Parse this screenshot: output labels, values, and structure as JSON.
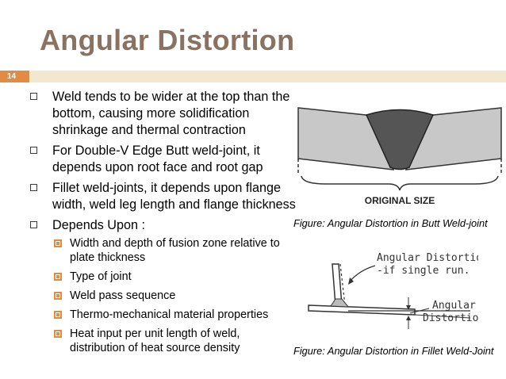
{
  "slide": {
    "title": "Angular Distortion",
    "number": "14"
  },
  "bullets": [
    {
      "text": "Weld tends to be wider at the top than the bottom, causing more solidification shrinkage and thermal contraction"
    },
    {
      "text": "For Double-V Edge Butt weld-joint, it depends upon root face and root gap"
    },
    {
      "text": "Fillet weld-joints,  it depends upon flange width, weld leg length and flange thickness"
    },
    {
      "text": "Depends Upon :"
    }
  ],
  "sub_bullets": [
    {
      "text": "Width and depth of fusion zone relative to plate thickness"
    },
    {
      "text": "Type of joint"
    },
    {
      "text": "Weld pass sequence"
    },
    {
      "text": "Thermo-mechanical material properties"
    },
    {
      "text": "Heat input per unit length of weld, distribution of heat source density"
    }
  ],
  "figure1": {
    "label": "ORIGINAL SIZE",
    "caption": "Figure: Angular Distortion in Butt Weld-joint"
  },
  "figure2": {
    "label_top_line1": "Angular Distortion",
    "label_top_line2": "-if single run.",
    "label_right_line1": "Angular",
    "label_right_line2": "Distortion",
    "caption": "Figure: Angular Distortion in Fillet Weld-Joint"
  },
  "colors": {
    "title": "#8a7262",
    "accent": "#e28b45",
    "rule": "#f2e7cf",
    "plate": "#c8c8c8",
    "weld": "#555555"
  }
}
